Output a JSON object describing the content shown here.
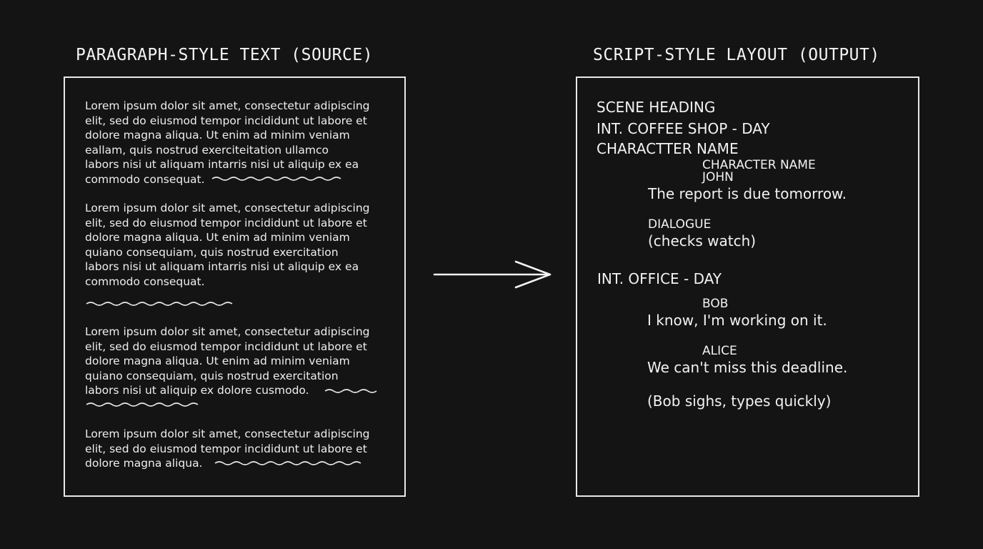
{
  "left_panel": {
    "title": "PARAGRAPH-STYLE TEXT (SOURCE)",
    "paragraphs": [
      "Lorem ipsum dolor sit amet, consectetur adipiscing\nelit, sed do eiusmod tempor incididunt ut labore et\ndolore magna aliqua. Ut enim ad minim veniam\neallam, quis nostrud exerciteitation ullamco\nlabors nisi ut aliquam intarris nisi ut aliquip ex ea\ncommodo consequat.",
      "Lorem ipsum dolor sit amet, consectetur adipiscing\nelit, sed do eiusmod tempor incididunt ut labore et\ndolore magna aliqua. Ut enim ad minim veniam\nquiano consequiam, quis nostrud exercitation\nlabors nisi ut aliquam intarris nisi ut aliquip ex ea\ncommodo consequat.",
      "Lorem ipsum dolor sit amet, consectetur adipiscing\nelit, sed do eiusmod tempor incididunt ut labore et\ndolore magna aliqua. Ut enim ad minim veniam\nquiano consequiam, quis nostrud exercitation\nlabors nisi ut aliquip ex dolore cusmodo.",
      "Lorem ipsum dolor sit amet, consectetur adipiscing\nelit, sed do eiusmod tempor incididunt ut labore et\ndolore magna aliqua."
    ]
  },
  "right_panel": {
    "title": "SCRIPT-STYLE LAYOUT (OUTPUT)",
    "scene_heading_label": "SCENE HEADING",
    "scene_1": "INT. COFFEE SHOP - DAY",
    "character_name_label": "CHARACTTER NAME",
    "character_name_sub": "CHARACTER NAME",
    "character_1": "JOHN",
    "dialogue_1": "The report is due tomorrow.",
    "dialogue_label": "DIALOGUE",
    "parenthetical_1": "(checks watch)",
    "scene_2": "INT. OFFICE - DAY",
    "character_2": "BOB",
    "dialogue_2": "I know, I'm working on it.",
    "character_3": "ALICE",
    "dialogue_3": "We can't miss this deadline.",
    "action_1": "(Bob sighs, types quickly)"
  }
}
